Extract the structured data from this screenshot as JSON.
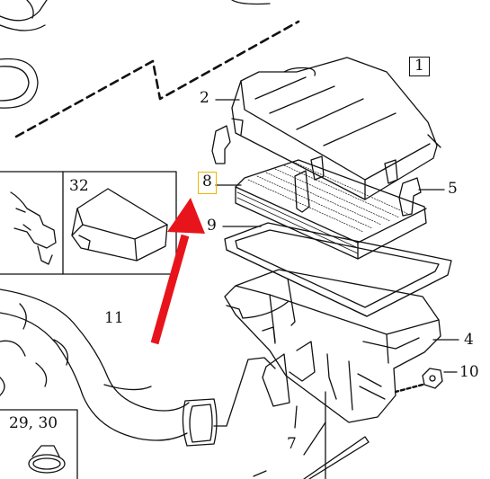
{
  "callouts": {
    "c1": "1",
    "c2": "2",
    "c32": "32",
    "c8": "8",
    "c5": "5",
    "c9": "9",
    "c11": "11",
    "c4": "4",
    "c10": "10",
    "c7": "7",
    "c29_30": "29, 30"
  },
  "colors": {
    "line": "#111111",
    "arrow": "#e8141c",
    "highlight_box": "#f0b400"
  },
  "icons": [
    "red-pointer-arrow-icon"
  ]
}
